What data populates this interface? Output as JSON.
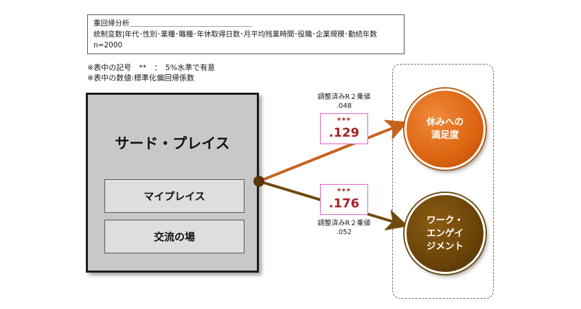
{
  "info": {
    "line1": "重回帰分析＿＿＿＿＿＿＿＿＿＿＿＿＿＿＿＿＿",
    "line2": "統制変数|年代･性別･業種･職種･年休取得日数･月平均残業時間･役職･企業規模･勤続年数",
    "line3": " n=2000"
  },
  "notes": {
    "note1": "※表中の記号　**　：　5%水準で有意",
    "note2": "※表中の数値:標準化偏回帰係数"
  },
  "left_box": {
    "title": "サード・プレイス",
    "items": [
      "マイプレイス",
      "交流の場"
    ]
  },
  "paths": [
    {
      "r2_label": "調整済みR２乗値",
      "r2_value": ".048",
      "stars": "***",
      "coefficient": ".129",
      "color": "#c8611a"
    },
    {
      "r2_label": "調整済みR２乗値",
      "r2_value": ".052",
      "stars": "***",
      "coefficient": ".176",
      "color": "#6e4a0d"
    }
  ],
  "outcomes": [
    {
      "label": "休みへの\n満足度",
      "color": "#dc6410"
    },
    {
      "label": "ワーク・\nエンゲイ\nジメント",
      "color": "#6a4308"
    }
  ],
  "connector_color": "#5a3608"
}
